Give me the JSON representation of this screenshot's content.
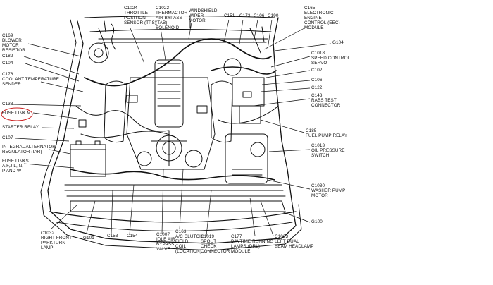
{
  "diagram": {
    "labels_top": [
      {
        "id": "c1024",
        "text": "C1024\nTHROTTLE\nPOSITION\nSENSOR (TPS)"
      },
      {
        "id": "c1022",
        "text": "C1022\nTHERMACTOR\nAIR BYPASS\n(TAB)\nSOLENOID"
      },
      {
        "id": "wiper",
        "text": "WINDSHIELD\nWIPER\nMOTOR"
      },
      {
        "id": "c151",
        "text": "C151"
      },
      {
        "id": "c173",
        "text": "C173"
      },
      {
        "id": "c106t",
        "text": "C106"
      },
      {
        "id": "c190",
        "text": "C190"
      },
      {
        "id": "c165",
        "text": "C165\nELECTRONIC\nENGINE\nCONTROL (EEC)\nMODULE"
      }
    ],
    "labels_left": [
      {
        "id": "c169",
        "text": "C169\nBLOWER\nMOTOR\nRESISTOR"
      },
      {
        "id": "c182",
        "text": "C182"
      },
      {
        "id": "c104",
        "text": "C104"
      },
      {
        "id": "c176",
        "text": "C176\nCOOLANT TEMPERATURE\nSENDER"
      },
      {
        "id": "c133",
        "text": "C133"
      },
      {
        "id": "fuselink",
        "text": "FUSE LINK M"
      },
      {
        "id": "starter",
        "text": "STARTER RELAY"
      },
      {
        "id": "c107",
        "text": "C107"
      },
      {
        "id": "iar",
        "text": "INTEGRAL ALTERNATOR\nREGULATOR (IAR)"
      },
      {
        "id": "fuselinks",
        "text": "FUSE LINKS\nA,F,J,L, N,\nP AND W"
      }
    ],
    "labels_right": [
      {
        "id": "g104",
        "text": "G104"
      },
      {
        "id": "c1018",
        "text": "C1018\nSPEED CONTROL\nSERVO"
      },
      {
        "id": "c102",
        "text": "C102"
      },
      {
        "id": "c106r",
        "text": "C106"
      },
      {
        "id": "c122",
        "text": "C122"
      },
      {
        "id": "c143",
        "text": "C143\nRABS TEST\nCONNECTOR"
      },
      {
        "id": "c185",
        "text": "C185\nFUEL PUMP RELAY"
      },
      {
        "id": "c1013",
        "text": "C1013\nOIL PRESSURE\nSWITCH"
      },
      {
        "id": "c1030",
        "text": "C1030\nWASHER PUMP\nMOTOR"
      },
      {
        "id": "g100",
        "text": "G100"
      }
    ],
    "labels_bottom": [
      {
        "id": "c1032",
        "text": "C1032\nRIGHT FRONT\nPARKTURN\nLAMP"
      },
      {
        "id": "g101",
        "text": "G101"
      },
      {
        "id": "c153",
        "text": "C153"
      },
      {
        "id": "c154",
        "text": "C154"
      },
      {
        "id": "c1007",
        "text": "C1007\nIDLE AIR\nBYPASS\nVALVE"
      },
      {
        "id": "c163",
        "text": "C163\nA/C CLUTCH\nFIELD\nCOIL\n(LOCATION)"
      },
      {
        "id": "c1019",
        "text": "C1019\nSPOUT\nCHECK\nCONNECTOR"
      },
      {
        "id": "c177",
        "text": "C177\nDAYTIME RUNNING\nLAMPS (DRL)\nMODULE"
      },
      {
        "id": "c1033",
        "text": "C1033\nLEFT DUAL\nBEAM HEADLAMP"
      }
    ],
    "highlight_color": "#cc2222",
    "line_color": "#111111"
  }
}
